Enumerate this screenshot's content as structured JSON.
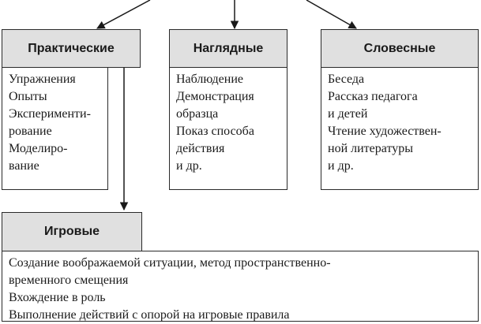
{
  "diagram": {
    "boxes": {
      "practical": {
        "title": "Практические",
        "lines": [
          "Упражнения",
          "Опыты",
          "Эксперименти-",
          "рование",
          "Моделиро-",
          "вание"
        ]
      },
      "visual": {
        "title": "Наглядные",
        "lines": [
          "Наблюдение",
          "Демонстрация",
          "образца",
          "Показ способа",
          "действия",
          "и др."
        ]
      },
      "verbal": {
        "title": "Словесные",
        "lines": [
          "Беседа",
          "Рассказ педагога",
          "и детей",
          "Чтение художествен-",
          "ной литературы",
          "и др."
        ]
      },
      "game": {
        "title": "Игровые",
        "lines": [
          "Создание воображаемой ситуации, метод пространственно-",
          "временного смещения",
          "Вхождение в роль",
          "Выполнение действий с опорой на игровые правила"
        ]
      }
    },
    "style": {
      "header_fill": "#e0e0e0",
      "border_color": "#2a2a2a",
      "text_color": "#1a1a1a"
    }
  }
}
